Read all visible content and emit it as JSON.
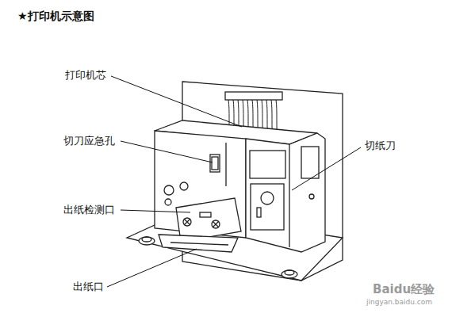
{
  "diagram": {
    "title": "★打印机示意图",
    "labels": [
      "打印机芯",
      "切刀应急孔",
      "出纸检测口",
      "出纸口",
      "切纸刀",
      "Baidu经验",
      "jingyan.baidu.com"
    ]
  }
}
